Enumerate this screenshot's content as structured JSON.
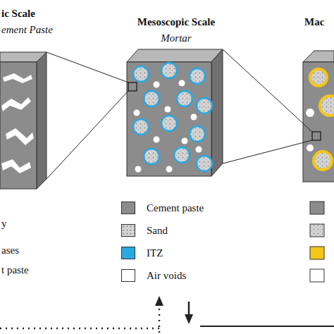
{
  "diagram": {
    "nodes": [
      {
        "text": [
          "ic Scale",
          "ement Paste"
        ]
      },
      {
        "text": [
          "Mesoscopic Scale",
          "Mortar"
        ]
      },
      {
        "text": [
          "Mac"
        ]
      }
    ],
    "edges": [
      {
        "from": 0,
        "to": 1,
        "arrow": "none"
      },
      {
        "from": 1,
        "to": 2,
        "arrow": "none"
      }
    ],
    "labels": [
      "y",
      "ases",
      "t paste"
    ],
    "legend": [
      {
        "text": "Cement paste",
        "color": "#8c8c8c"
      },
      {
        "text": "Sand"
      },
      {
        "text": "ITZ",
        "color": "#2aa8e0"
      },
      {
        "text": "Air voids",
        "color": "#ffffff"
      }
    ]
  }
}
